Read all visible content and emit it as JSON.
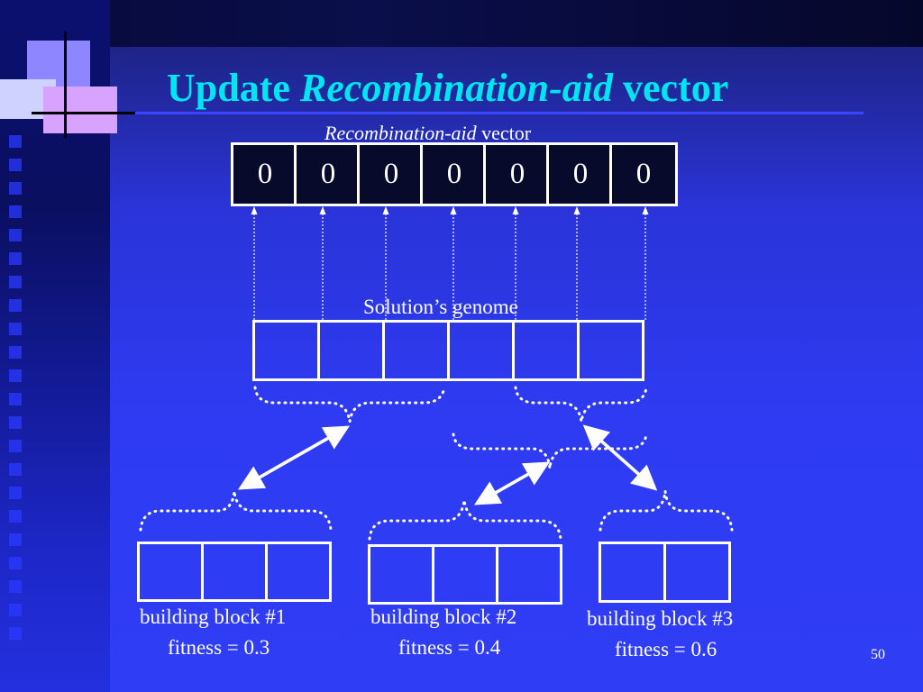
{
  "title": {
    "prefix": "Update ",
    "emphasis": "Recombination-aid",
    "suffix": " vector"
  },
  "vector": {
    "label_emphasis": "Recombination-aid",
    "label_suffix": " vector",
    "values": [
      "0",
      "0",
      "0",
      "0",
      "0",
      "0",
      "0"
    ]
  },
  "genome": {
    "label": "Solution’s genome",
    "cell_count": 6
  },
  "building_blocks": [
    {
      "name": "building block #1",
      "fitness": "fitness = 0.3",
      "cells": 3
    },
    {
      "name": "building block #2",
      "fitness": "fitness = 0.4",
      "cells": 3
    },
    {
      "name": "building block #3",
      "fitness": "fitness = 0.6",
      "cells": 2
    }
  ],
  "page_number": "50",
  "colors": {
    "title": "#00e5f0",
    "background": "#2e3bf2",
    "vector_cell_fill": "#070a2a",
    "lines": "#ffffff"
  }
}
